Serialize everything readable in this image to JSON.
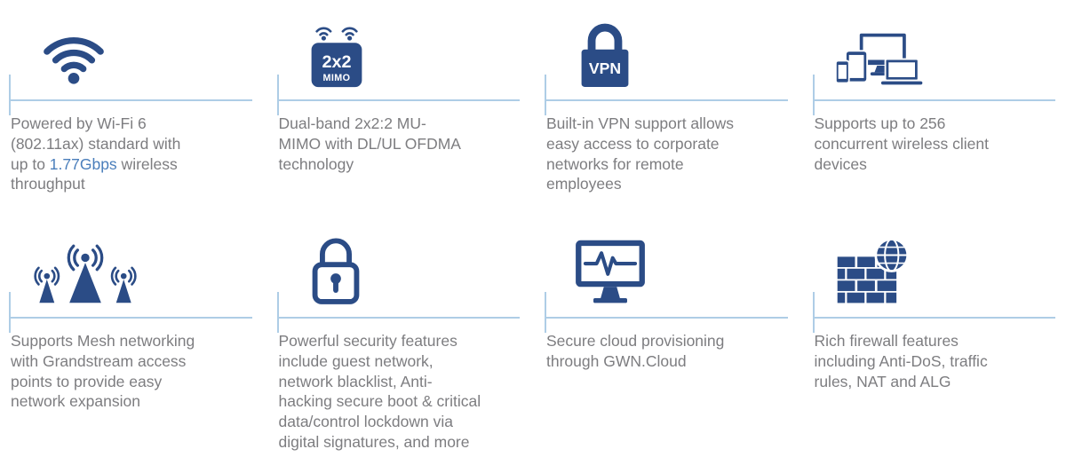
{
  "colors": {
    "icon": "#2b4c86",
    "divider": "#aecde6",
    "text": "#7d7d80",
    "accent": "#4a7ebb",
    "badge-text": "#ffffff"
  },
  "features": [
    {
      "name": "wifi6",
      "pre": "Powered by Wi-Fi 6 (802.11ax) standard with up to ",
      "accent": "1.77Gbps",
      "post": " wireless throughput"
    },
    {
      "name": "mu-mimo",
      "badge_top": "2x2",
      "badge_bottom": "MIMO",
      "text": "Dual-band 2x2:2 MU-MIMO with DL/UL OFDMA technology"
    },
    {
      "name": "vpn",
      "badge": "VPN",
      "text": "Built-in VPN support allows easy access to corporate networks for remote employees"
    },
    {
      "name": "clients",
      "text": "Supports up to 256 concurrent wireless client devices"
    },
    {
      "name": "mesh",
      "text": "Supports Mesh networking with Grandstream access points to provide easy network expansion"
    },
    {
      "name": "security",
      "text": "Powerful security features include guest network, network blacklist, Anti-hacking secure boot & critical data/control lockdown via digital signatures, and more"
    },
    {
      "name": "cloud",
      "text": "Secure cloud provisioning through GWN.Cloud"
    },
    {
      "name": "firewall",
      "text": "Rich firewall features including Anti-DoS, traffic rules, NAT and ALG"
    }
  ]
}
